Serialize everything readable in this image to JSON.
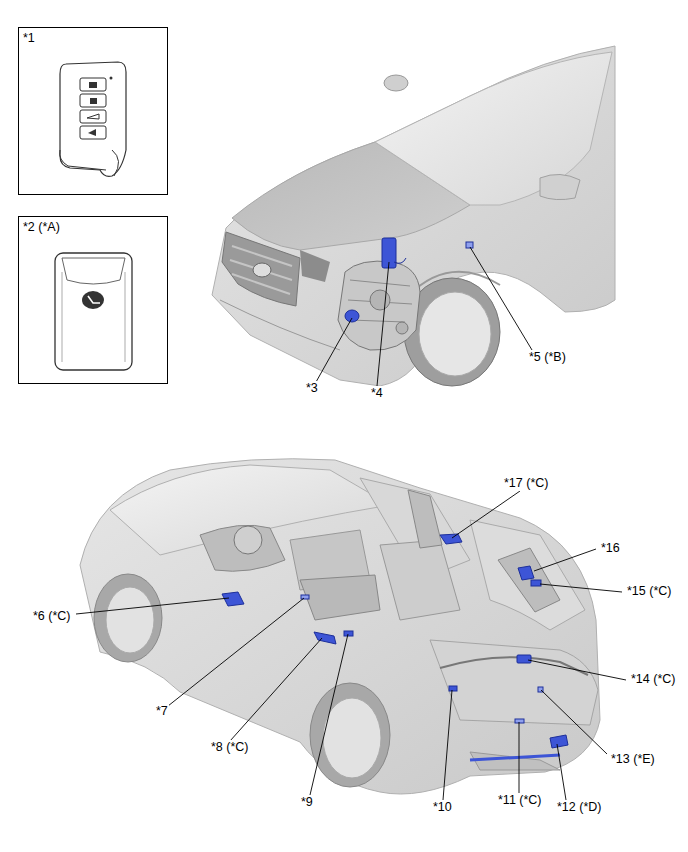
{
  "diagram": {
    "nodes": [
      {
        "text": [
          "*1"
        ]
      },
      {
        "text": [
          "*2 (*A)"
        ]
      }
    ],
    "labels": [
      "*5 (*B)",
      "*3",
      "*4",
      "*17 (*C)",
      "*16",
      "*15 (*C)",
      "*6 (*C)",
      "*14 (*C)",
      "*7",
      "*8 (*C)",
      "*13 (*E)",
      "*9",
      "*10",
      "*11 (*C)",
      "*12 (*D)"
    ]
  }
}
